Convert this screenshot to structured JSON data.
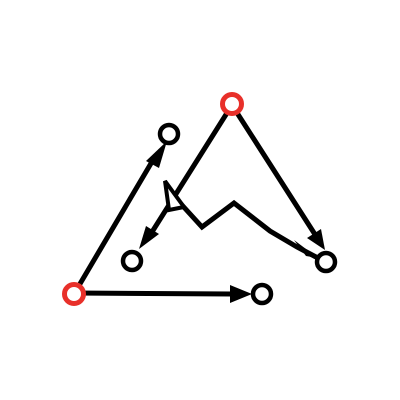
{
  "colors": {
    "background": "#ffffff",
    "ink": "#000000",
    "source_node": "#e8302a",
    "target_node": "#000000",
    "node_fill": "#ffffff"
  },
  "nodes": [
    {
      "id": "source-top",
      "role": "source",
      "color": "#e8302a"
    },
    {
      "id": "source-left",
      "role": "source",
      "color": "#e8302a"
    },
    {
      "id": "target-upper-left",
      "role": "target",
      "color": "#000000"
    },
    {
      "id": "target-middle-left",
      "role": "target",
      "color": "#000000"
    },
    {
      "id": "target-right",
      "role": "target",
      "color": "#000000"
    },
    {
      "id": "target-bottom",
      "role": "target",
      "color": "#000000"
    }
  ],
  "edges": [
    {
      "from": "source-left",
      "to": "target-upper-left",
      "arrowhead": "filled"
    },
    {
      "from": "source-left",
      "to": "target-bottom",
      "arrowhead": "filled"
    },
    {
      "from": "source-top",
      "to": "target-right",
      "arrowhead": "filled"
    },
    {
      "from": "source-top",
      "to": "target-middle-left",
      "arrowhead": "filled"
    },
    {
      "from": "target-right",
      "to": "target-middle-left",
      "arrowhead": "open",
      "style": "zigzag"
    }
  ]
}
